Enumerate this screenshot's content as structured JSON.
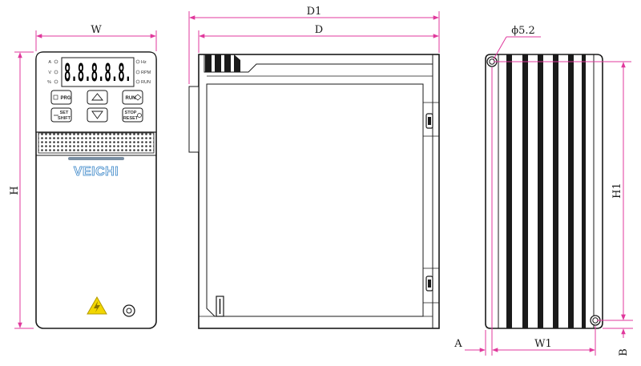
{
  "dimensions": {
    "W": "W",
    "H": "H",
    "D1": "D1",
    "D": "D",
    "hole": "ϕ5.2",
    "H1": "H1",
    "A": "A",
    "W1": "W1",
    "B": "B"
  },
  "front_panel": {
    "display": "8.8.8.8.8.",
    "left_leds": [
      "A",
      "V",
      "%"
    ],
    "right_leds": [
      "Hz",
      "RPM",
      "RUN"
    ],
    "buttons": {
      "prg": "PRG",
      "run": "RUN",
      "set": "SET",
      "shift": "SHIFT",
      "stop": "STOP",
      "reset": "RESET"
    },
    "brand": "VEICHI"
  },
  "colors": {
    "dimension": "#e0389c",
    "outline": "#1a1a1a",
    "brand": "#3a86c8",
    "warning": "#f2d600"
  }
}
